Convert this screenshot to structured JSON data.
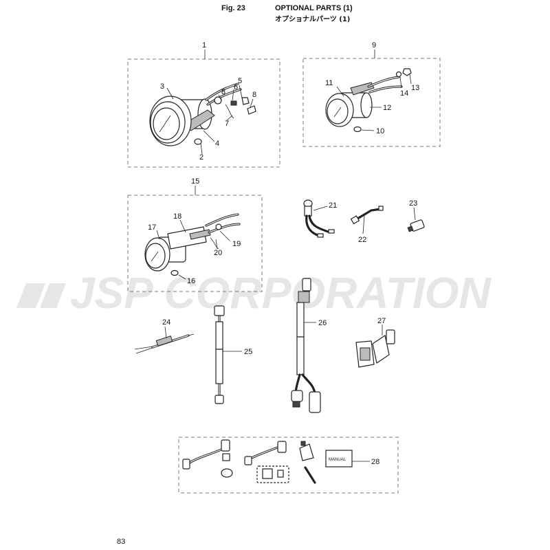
{
  "header": {
    "fig_label": "Fig. 23",
    "title_en": "OPTIONAL PARTS (1)",
    "title_jp": "オプショナルパーツ (1)"
  },
  "watermark": {
    "text": "JSP CORPORATION"
  },
  "callouts": {
    "c1": "1",
    "c2": "2",
    "c3": "3",
    "c4": "4",
    "c5": "5",
    "c6": "6",
    "c7": "7",
    "c8a": "8",
    "c8b": "8",
    "c9": "9",
    "c10": "10",
    "c11": "11",
    "c12": "12",
    "c13": "13",
    "c14": "14",
    "c15": "15",
    "c16": "16",
    "c17": "17",
    "c18": "18",
    "c19": "19",
    "c20": "20",
    "c21": "21",
    "c22": "22",
    "c23": "23",
    "c24": "24",
    "c25": "25",
    "c26": "26",
    "c27": "27",
    "c28": "28"
  },
  "manual_label": "MANUAL",
  "page_number": "83"
}
